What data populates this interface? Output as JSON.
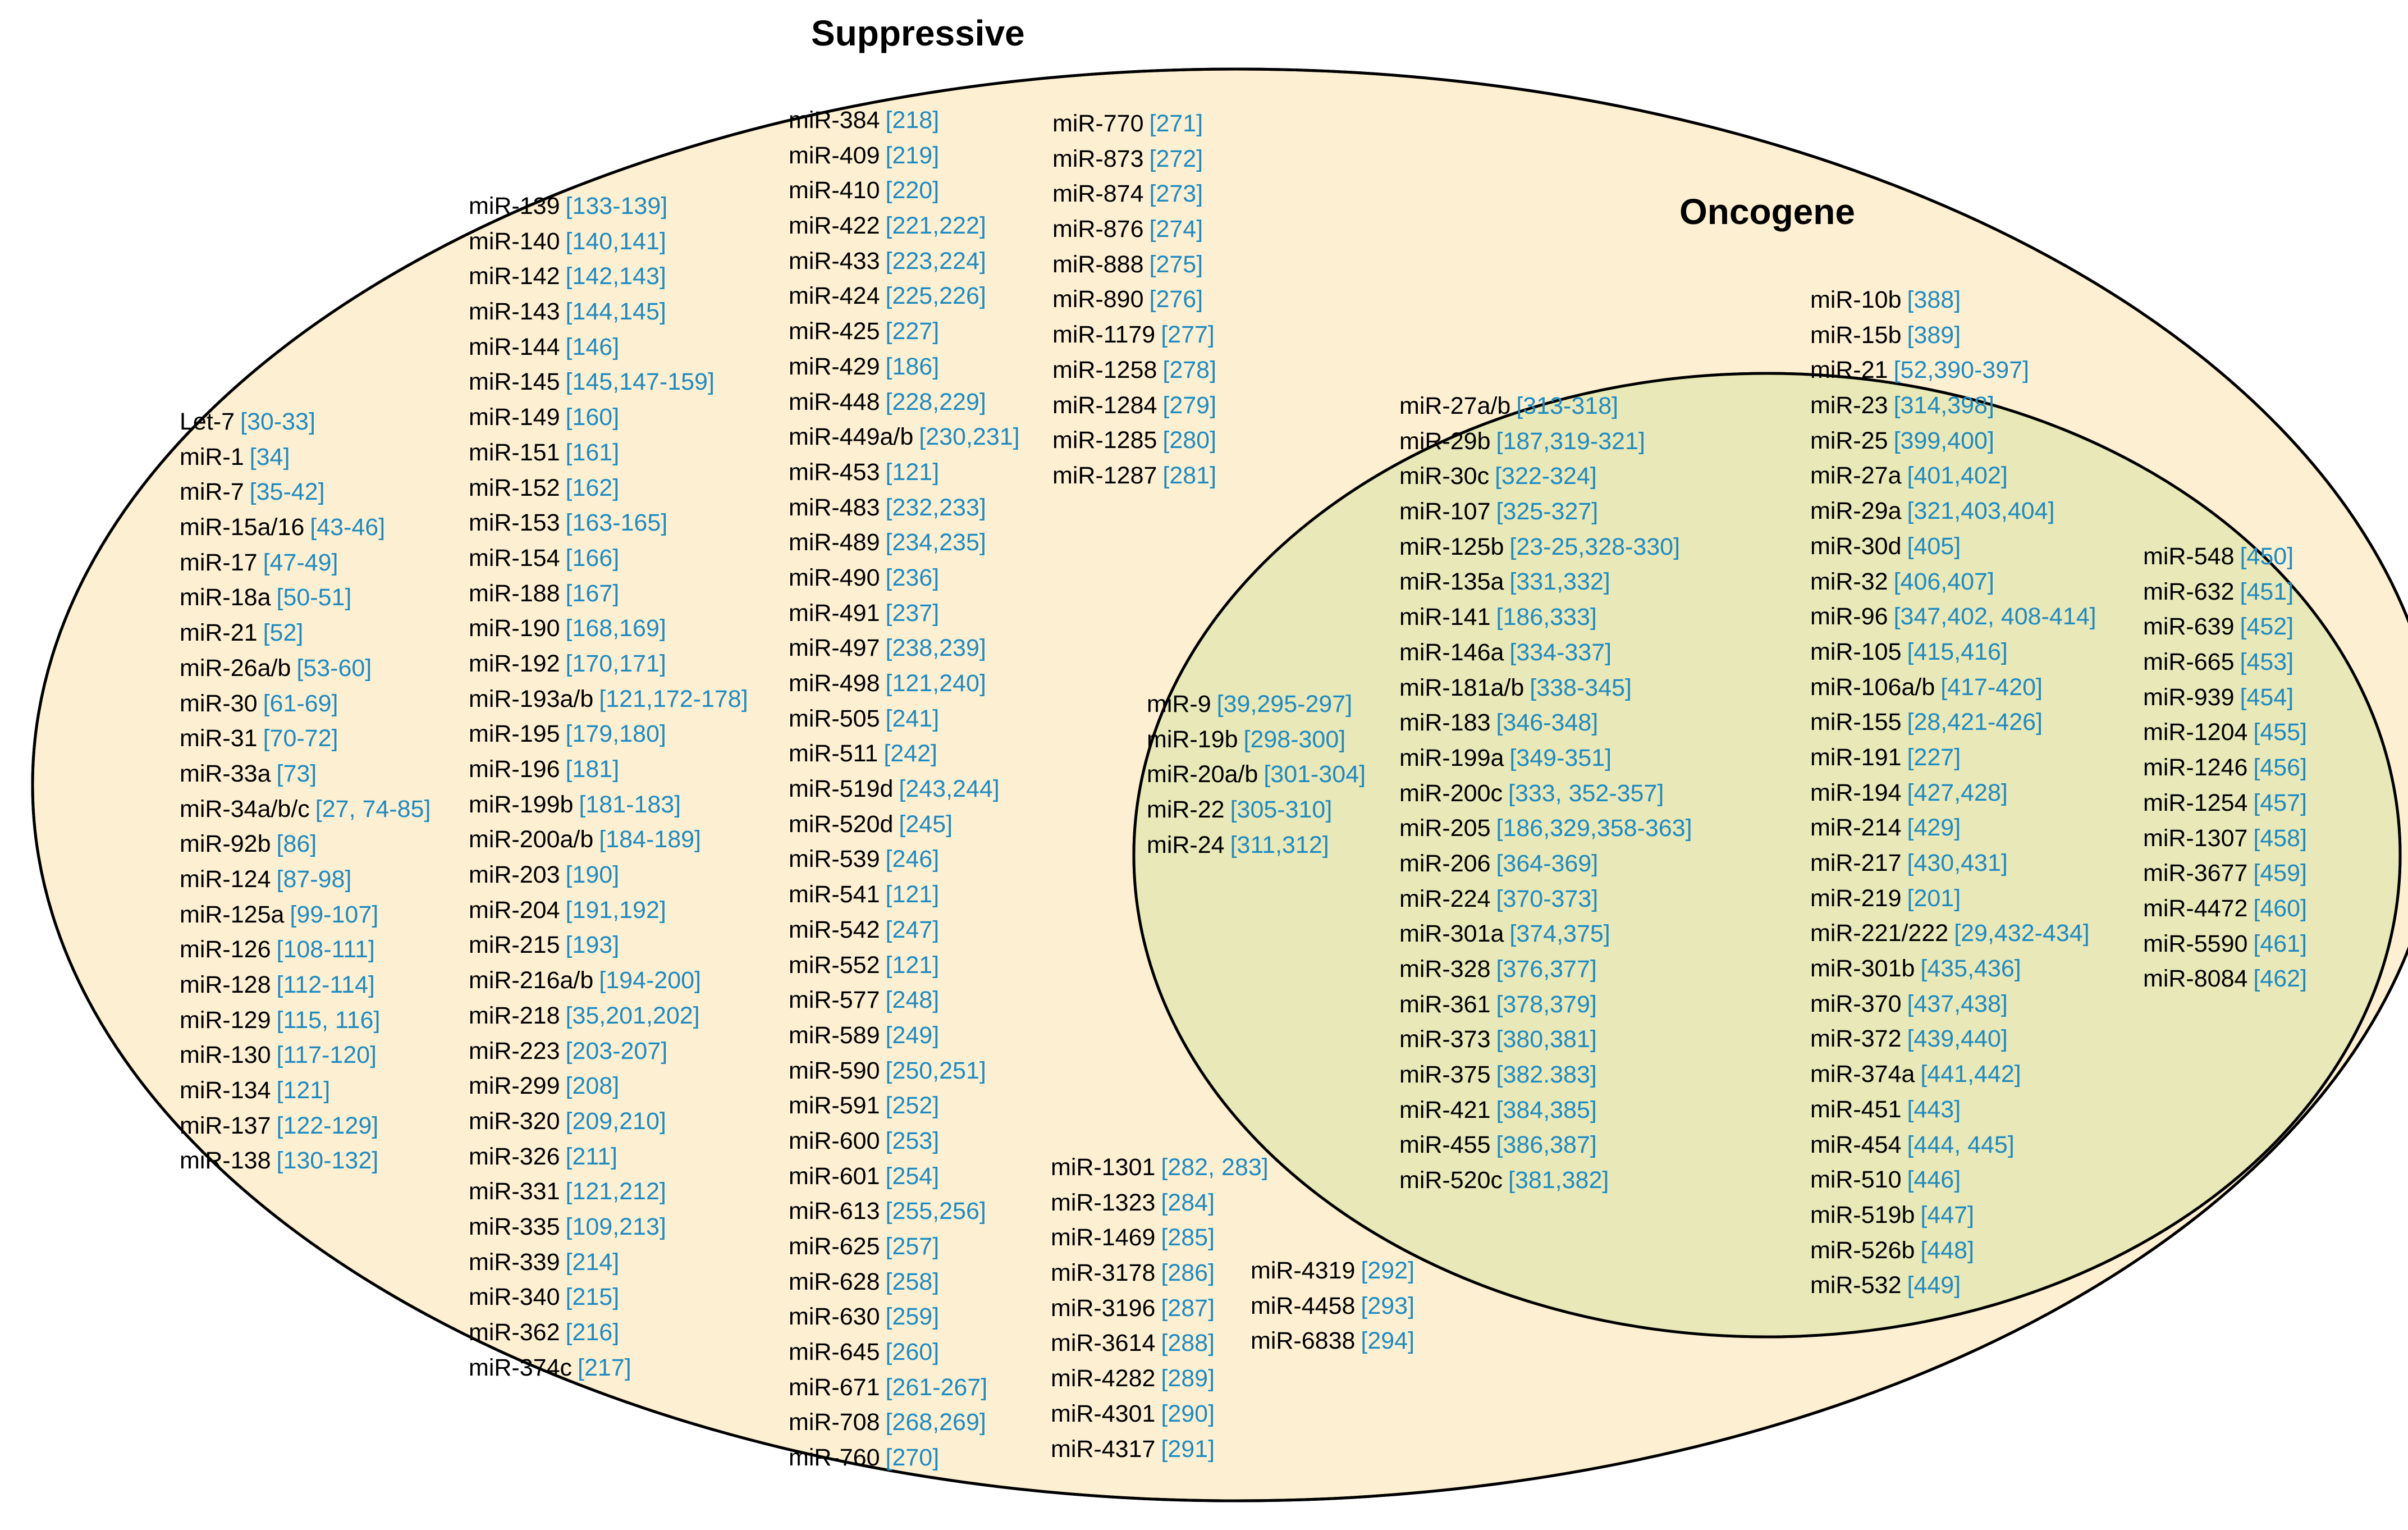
{
  "titles": {
    "suppressive": "Suppressive",
    "oncogene": "Oncogene"
  },
  "colors": {
    "suppressive_fill": "#fdf0d2",
    "oncogene_fill": "#e2efdc",
    "overlap_fill": "#e8e8b8",
    "outline": "#000000",
    "mir_text": "#000000",
    "ref_text": "#1f8ac0"
  },
  "suppressive": {
    "col1": [
      {
        "mir": "Let-7",
        "ref": "[30-33]"
      },
      {
        "mir": "miR-1",
        "ref": "[34]"
      },
      {
        "mir": "miR-7",
        "ref": "[35-42]"
      },
      {
        "mir": "miR-15a/16",
        "ref": "[43-46]"
      },
      {
        "mir": "miR-17",
        "ref": "[47-49]"
      },
      {
        "mir": "miR-18a",
        "ref": "[50-51]"
      },
      {
        "mir": "miR-21",
        "ref": "[52]"
      },
      {
        "mir": "miR-26a/b",
        "ref": "[53-60]"
      },
      {
        "mir": "miR-30",
        "ref": "[61-69]"
      },
      {
        "mir": "miR-31",
        "ref": "[70-72]"
      },
      {
        "mir": "miR-33a",
        "ref": "[73]"
      },
      {
        "mir": "miR-34a/b/c",
        "ref": "[27, 74-85]"
      },
      {
        "mir": "miR-92b",
        "ref": "[86]"
      },
      {
        "mir": "miR-124",
        "ref": "[87-98]"
      },
      {
        "mir": "miR-125a",
        "ref": "[99-107]"
      },
      {
        "mir": "miR-126",
        "ref": "[108-111]"
      },
      {
        "mir": "miR-128",
        "ref": "[112-114]"
      },
      {
        "mir": "miR-129",
        "ref": "[115, 116]"
      },
      {
        "mir": "miR-130",
        "ref": "[117-120]"
      },
      {
        "mir": "miR-134",
        "ref": "[121]"
      },
      {
        "mir": "miR-137",
        "ref": "[122-129]"
      },
      {
        "mir": "miR-138",
        "ref": "[130-132]"
      }
    ],
    "col2": [
      {
        "mir": "miR-139",
        "ref": "[133-139]"
      },
      {
        "mir": "miR-140",
        "ref": "[140,141]"
      },
      {
        "mir": "miR-142",
        "ref": "[142,143]"
      },
      {
        "mir": "miR-143",
        "ref": "[144,145]"
      },
      {
        "mir": "miR-144",
        "ref": "[146]"
      },
      {
        "mir": "miR-145",
        "ref": "[145,147-159]"
      },
      {
        "mir": "miR-149",
        "ref": "[160]"
      },
      {
        "mir": "miR-151",
        "ref": "[161]"
      },
      {
        "mir": "miR-152",
        "ref": "[162]"
      },
      {
        "mir": "miR-153",
        "ref": "[163-165]"
      },
      {
        "mir": "miR-154",
        "ref": "[166]"
      },
      {
        "mir": "miR-188",
        "ref": "[167]"
      },
      {
        "mir": "miR-190",
        "ref": "[168,169]"
      },
      {
        "mir": "miR-192",
        "ref": "[170,171]"
      },
      {
        "mir": "miR-193a/b",
        "ref": "[121,172-178]"
      },
      {
        "mir": "miR-195",
        "ref": "[179,180]"
      },
      {
        "mir": "miR-196",
        "ref": "[181]"
      },
      {
        "mir": "miR-199b",
        "ref": "[181-183]"
      },
      {
        "mir": "miR-200a/b",
        "ref": "[184-189]"
      },
      {
        "mir": "miR-203",
        "ref": "[190]"
      },
      {
        "mir": "miR-204",
        "ref": "[191,192]"
      },
      {
        "mir": "miR-215",
        "ref": "[193]"
      },
      {
        "mir": "miR-216a/b",
        "ref": "[194-200]"
      },
      {
        "mir": "miR-218",
        "ref": "[35,201,202]"
      },
      {
        "mir": "miR-223",
        "ref": "[203-207]"
      },
      {
        "mir": "miR-299",
        "ref": "[208]"
      },
      {
        "mir": "miR-320",
        "ref": "[209,210]"
      },
      {
        "mir": "miR-326",
        "ref": "[211]"
      },
      {
        "mir": "miR-331",
        "ref": "[121,212]"
      },
      {
        "mir": "miR-335",
        "ref": "[109,213]"
      },
      {
        "mir": "miR-339",
        "ref": "[214]"
      },
      {
        "mir": "miR-340",
        "ref": "[215]"
      },
      {
        "mir": "miR-362",
        "ref": "[216]"
      },
      {
        "mir": "miR-374c",
        "ref": "[217]"
      }
    ],
    "col3": [
      {
        "mir": "miR-384",
        "ref": "[218]"
      },
      {
        "mir": "miR-409",
        "ref": "[219]"
      },
      {
        "mir": "miR-410",
        "ref": "[220]"
      },
      {
        "mir": "miR-422",
        "ref": "[221,222]"
      },
      {
        "mir": "miR-433",
        "ref": "[223,224]"
      },
      {
        "mir": "miR-424",
        "ref": "[225,226]"
      },
      {
        "mir": "miR-425",
        "ref": "[227]"
      },
      {
        "mir": "miR-429",
        "ref": "[186]"
      },
      {
        "mir": "miR-448",
        "ref": "[228,229]"
      },
      {
        "mir": "miR-449a/b",
        "ref": "[230,231]"
      },
      {
        "mir": "miR-453",
        "ref": "[121]"
      },
      {
        "mir": "miR-483",
        "ref": "[232,233]"
      },
      {
        "mir": "miR-489",
        "ref": "[234,235]"
      },
      {
        "mir": "miR-490",
        "ref": "[236]"
      },
      {
        "mir": "miR-491",
        "ref": "[237]"
      },
      {
        "mir": "miR-497",
        "ref": "[238,239]"
      },
      {
        "mir": "miR-498",
        "ref": "[121,240]"
      },
      {
        "mir": "miR-505",
        "ref": "[241]"
      },
      {
        "mir": "miR-511",
        "ref": "[242]"
      },
      {
        "mir": "miR-519d",
        "ref": "[243,244]"
      },
      {
        "mir": "miR-520d",
        "ref": "[245]"
      },
      {
        "mir": "miR-539",
        "ref": "[246]"
      },
      {
        "mir": "miR-541",
        "ref": "[121]"
      },
      {
        "mir": "miR-542",
        "ref": "[247]"
      },
      {
        "mir": "miR-552",
        "ref": "[121]"
      },
      {
        "mir": "miR-577",
        "ref": "[248]"
      },
      {
        "mir": "miR-589",
        "ref": "[249]"
      },
      {
        "mir": "miR-590",
        "ref": "[250,251]"
      },
      {
        "mir": "miR-591",
        "ref": "[252]"
      },
      {
        "mir": "miR-600",
        "ref": "[253]"
      },
      {
        "mir": "miR-601",
        "ref": "[254]"
      },
      {
        "mir": "miR-613",
        "ref": "[255,256]"
      },
      {
        "mir": "miR-625",
        "ref": "[257]"
      },
      {
        "mir": "miR-628",
        "ref": "[258]"
      },
      {
        "mir": "miR-630",
        "ref": "[259]"
      },
      {
        "mir": "miR-645",
        "ref": "[260]"
      },
      {
        "mir": "miR-671",
        "ref": "[261-267]"
      },
      {
        "mir": "miR-708",
        "ref": "[268,269]"
      },
      {
        "mir": "miR-760",
        "ref": "[270]"
      }
    ],
    "col4": [
      {
        "mir": "miR-770",
        "ref": "[271]"
      },
      {
        "mir": "miR-873",
        "ref": "[272]"
      },
      {
        "mir": "miR-874",
        "ref": "[273]"
      },
      {
        "mir": "miR-876",
        "ref": "[274]"
      },
      {
        "mir": "miR-888",
        "ref": "[275]"
      },
      {
        "mir": "miR-890",
        "ref": "[276]"
      },
      {
        "mir": "miR-1179",
        "ref": "[277]"
      },
      {
        "mir": "miR-1258",
        "ref": "[278]"
      },
      {
        "mir": "miR-1284",
        "ref": "[279]"
      },
      {
        "mir": "miR-1285",
        "ref": "[280]"
      },
      {
        "mir": "miR-1287",
        "ref": "[281]"
      }
    ],
    "col5": [
      {
        "mir": "miR-1301",
        "ref": "[282, 283]"
      },
      {
        "mir": "miR-1323",
        "ref": "[284]"
      },
      {
        "mir": "miR-1469",
        "ref": "[285]"
      },
      {
        "mir": "miR-3178",
        "ref": "[286]"
      },
      {
        "mir": "miR-3196",
        "ref": "[287]"
      },
      {
        "mir": "miR-3614",
        "ref": "[288]"
      },
      {
        "mir": "miR-4282",
        "ref": "[289]"
      },
      {
        "mir": "miR-4301",
        "ref": "[290]"
      },
      {
        "mir": "miR-4317",
        "ref": "[291]"
      }
    ],
    "col6": [
      {
        "mir": "miR-4319",
        "ref": "[292]"
      },
      {
        "mir": "miR-4458",
        "ref": "[293]"
      },
      {
        "mir": "miR-6838",
        "ref": "[294]"
      }
    ]
  },
  "overlap": {
    "col1": [
      {
        "mir": "miR-9",
        "ref": "[39,295-297]"
      },
      {
        "mir": "miR-19b",
        "ref": "[298-300]"
      },
      {
        "mir": "miR-20a/b",
        "ref": "[301-304]"
      },
      {
        "mir": "miR-22",
        "ref": "[305-310]"
      },
      {
        "mir": "miR-24",
        "ref": "[311,312]"
      }
    ],
    "col2": [
      {
        "mir": "miR-27a/b",
        "ref": "[313-318]"
      },
      {
        "mir": "miR-29b",
        "ref": "[187,319-321]"
      },
      {
        "mir": "miR-30c",
        "ref": "[322-324]"
      },
      {
        "mir": "miR-107",
        "ref": "[325-327]"
      },
      {
        "mir": "miR-125b",
        "ref": "[23-25,328-330]"
      },
      {
        "mir": "miR-135a",
        "ref": "[331,332]"
      },
      {
        "mir": "miR-141",
        "ref": "[186,333]"
      },
      {
        "mir": "miR-146a",
        "ref": "[334-337]"
      },
      {
        "mir": "miR-181a/b",
        "ref": "[338-345]"
      },
      {
        "mir": "miR-183",
        "ref": "[346-348]"
      },
      {
        "mir": "miR-199a",
        "ref": "[349-351]"
      },
      {
        "mir": "miR-200c",
        "ref": "[333, 352-357]"
      },
      {
        "mir": "miR-205",
        "ref": "[186,329,358-363]"
      },
      {
        "mir": "miR-206",
        "ref": "[364-369]"
      },
      {
        "mir": "miR-224",
        "ref": "[370-373]"
      },
      {
        "mir": "miR-301a",
        "ref": "[374,375]"
      },
      {
        "mir": "miR-328",
        "ref": "[376,377]"
      },
      {
        "mir": "miR-361",
        "ref": "[378,379]"
      },
      {
        "mir": "miR-373",
        "ref": "[380,381]"
      },
      {
        "mir": "miR-375",
        "ref": "[382.383]"
      },
      {
        "mir": "miR-421",
        "ref": "[384,385]"
      },
      {
        "mir": "miR-455",
        "ref": "[386,387]"
      },
      {
        "mir": "miR-520c",
        "ref": "[381,382]"
      }
    ]
  },
  "oncogene": {
    "col1": [
      {
        "mir": "miR-10b",
        "ref": "[388]"
      },
      {
        "mir": "miR-15b",
        "ref": "[389]"
      },
      {
        "mir": "miR-21",
        "ref": "[52,390-397]"
      },
      {
        "mir": "miR-23",
        "ref": "[314,398]"
      },
      {
        "mir": "miR-25",
        "ref": "[399,400]"
      },
      {
        "mir": "miR-27a",
        "ref": "[401,402]"
      },
      {
        "mir": "miR-29a",
        "ref": "[321,403,404]"
      },
      {
        "mir": "miR-30d",
        "ref": "[405]"
      },
      {
        "mir": "miR-32",
        "ref": "[406,407]"
      },
      {
        "mir": "miR-96",
        "ref": "[347,402, 408-414]"
      },
      {
        "mir": "miR-105",
        "ref": "[415,416]"
      },
      {
        "mir": "miR-106a/b",
        "ref": "[417-420]"
      },
      {
        "mir": "miR-155",
        "ref": "[28,421-426]"
      },
      {
        "mir": "miR-191",
        "ref": "[227]"
      },
      {
        "mir": "miR-194",
        "ref": "[427,428]"
      },
      {
        "mir": "miR-214",
        "ref": "[429]"
      },
      {
        "mir": "miR-217",
        "ref": "[430,431]"
      },
      {
        "mir": "miR-219",
        "ref": "[201]"
      },
      {
        "mir": "miR-221/222",
        "ref": "[29,432-434]"
      },
      {
        "mir": "miR-301b",
        "ref": "[435,436]"
      },
      {
        "mir": "miR-370",
        "ref": "[437,438]"
      },
      {
        "mir": "miR-372",
        "ref": "[439,440]"
      },
      {
        "mir": "miR-374a",
        "ref": "[441,442]"
      },
      {
        "mir": "miR-451",
        "ref": "[443]"
      },
      {
        "mir": "miR-454",
        "ref": "[444, 445]"
      },
      {
        "mir": "miR-510",
        "ref": "[446]"
      },
      {
        "mir": "miR-519b",
        "ref": "[447]"
      },
      {
        "mir": "miR-526b",
        "ref": "[448]"
      },
      {
        "mir": "miR-532",
        "ref": "[449]"
      }
    ],
    "col2": [
      {
        "mir": "miR-548",
        "ref": "[450]"
      },
      {
        "mir": "miR-632",
        "ref": "[451]"
      },
      {
        "mir": "miR-639",
        "ref": "[452]"
      },
      {
        "mir": "miR-665",
        "ref": "[453]"
      },
      {
        "mir": "miR-939",
        "ref": "[454]"
      },
      {
        "mir": "miR-1204",
        "ref": "[455]"
      },
      {
        "mir": "miR-1246",
        "ref": "[456]"
      },
      {
        "mir": "miR-1254",
        "ref": "[457]"
      },
      {
        "mir": "miR-1307",
        "ref": "[458]"
      },
      {
        "mir": "miR-3677",
        "ref": "[459]"
      },
      {
        "mir": "miR-4472",
        "ref": "[460]"
      },
      {
        "mir": "miR-5590",
        "ref": "[461]"
      },
      {
        "mir": "miR-8084",
        "ref": "[462]"
      }
    ]
  }
}
